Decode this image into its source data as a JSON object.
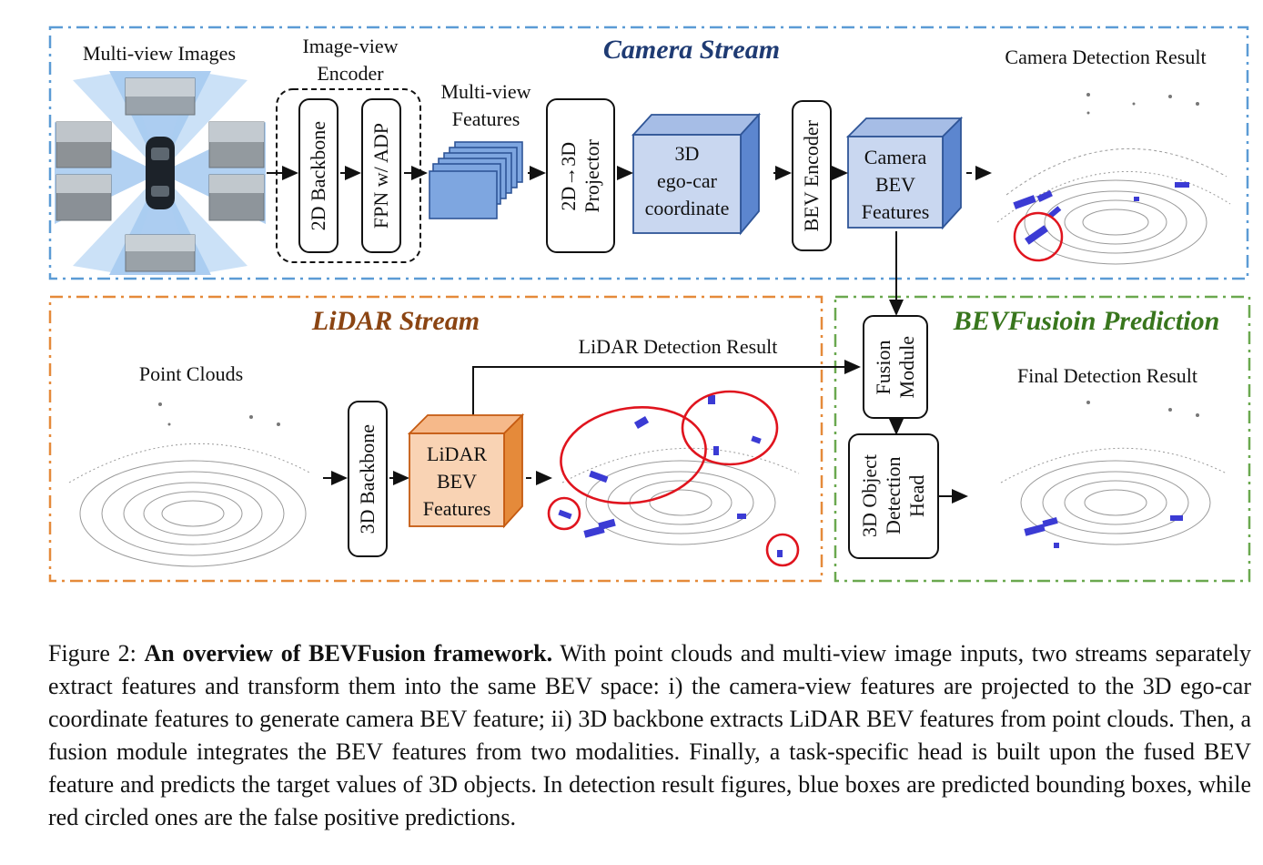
{
  "figure": {
    "camera_stream": {
      "title": "Camera Stream",
      "color": "#5b9bd5",
      "title_color": "#1f3b73",
      "multiview_images_label": "Multi-view Images",
      "encoder_label_line1": "Image-view",
      "encoder_label_line2": "Encoder",
      "backbone_2d": "2D Backbone",
      "fpn": "FPN w/ ADP",
      "features_label_line1": "Multi-view",
      "features_label_line2": "Features",
      "projector": "2D→3D\nProjector",
      "ego_car_line1": "3D",
      "ego_car_line2": "ego-car",
      "ego_car_line3": "coordinate",
      "bev_encoder": "BEV Encoder",
      "camera_bev_line1": "Camera",
      "camera_bev_line2": "BEV",
      "camera_bev_line3": "Features",
      "result_label": "Camera Detection Result"
    },
    "lidar_stream": {
      "title": "LiDAR Stream",
      "color": "#e58a3a",
      "title_color": "#8b4513",
      "point_clouds_label": "Point Clouds",
      "backbone_3d": "3D Backbone",
      "lidar_bev_line1": "LiDAR",
      "lidar_bev_line2": "BEV",
      "lidar_bev_line3": "Features",
      "result_label": "LiDAR Detection Result"
    },
    "fusion": {
      "title": "BEVFusioin Prediction",
      "color": "#6aa84f",
      "title_color": "#38761d",
      "fusion_module": "Fusion\nModule",
      "detection_head": "3D Object\nDetection\nHead",
      "result_label": "Final Detection Result"
    },
    "colors": {
      "box_blue": "#3b3bd4",
      "false_positive_red": "#e0141e",
      "cube_blue_face": "#c9d7f0",
      "cube_orange_face": "#f9d3b4"
    }
  },
  "caption": {
    "prefix": "Figure 2: ",
    "bold": "An overview of BEVFusion framework.",
    "body": " With point clouds and multi-view image inputs, two streams separately extract features and transform them into the same BEV space: i) the camera-view features are projected to the 3D ego-car coordinate features to generate camera BEV feature; ii) 3D backbone extracts LiDAR BEV features from point clouds. Then, a fusion module integrates the BEV features from two modalities. Finally, a task-specific head is built upon the fused BEV feature and predicts the target values of 3D objects. In detection result figures, blue boxes are predicted bounding boxes, while red circled ones are the false positive predictions."
  }
}
